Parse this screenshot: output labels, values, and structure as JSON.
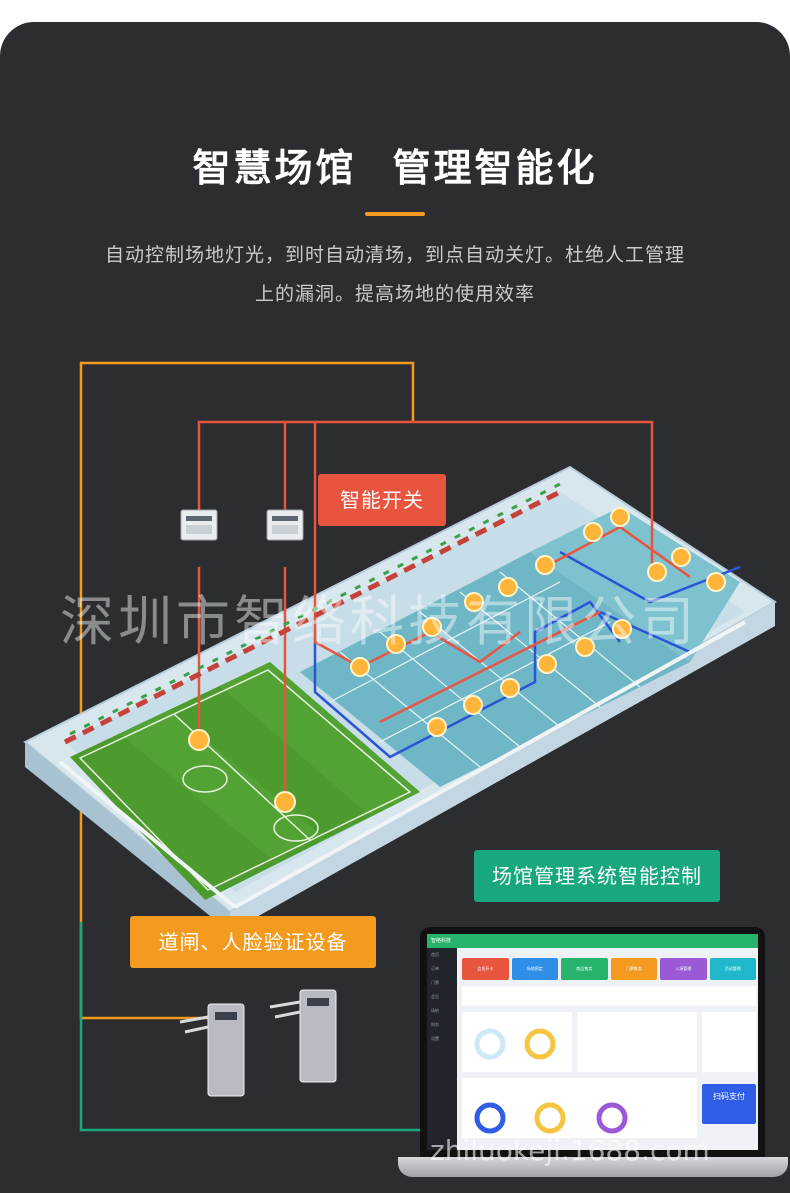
{
  "header": {
    "title_part1": "智慧场馆",
    "title_part2": "管理智能化",
    "desc_line1": "自动控制场地灯光，到时自动清场，到点自动关灯。杜绝人工管理",
    "desc_line2": "上的漏洞。提高场地的使用效率"
  },
  "callouts": {
    "smart_switch": "智能开关",
    "management_system": "场馆管理系统智能控制",
    "gate_device": "道闸、人脸验证设备"
  },
  "watermarks": {
    "company": "深圳市智络科技有限公司",
    "site": "zhiluokeji.1688.com"
  },
  "laptop_app": {
    "brand": "智络科技",
    "sidebar_items": [
      "首页",
      "订单",
      "门票",
      "会员",
      "场地",
      "财务",
      "设置"
    ],
    "tiles": [
      "会员开卡",
      "场地预定",
      "商品售卖",
      "门票售卖",
      "入场管理",
      "活动管理"
    ],
    "pay_label": "扫码支付"
  },
  "colors": {
    "background": "#2b2d30",
    "accent_orange": "#f39a1f",
    "callout_red": "#e8553f",
    "callout_green": "#19a77f",
    "wire_red": "#e8553f",
    "wire_orange": "#f39a1f",
    "wire_teal": "#19a77f",
    "wire_blue": "#2b54d6"
  }
}
